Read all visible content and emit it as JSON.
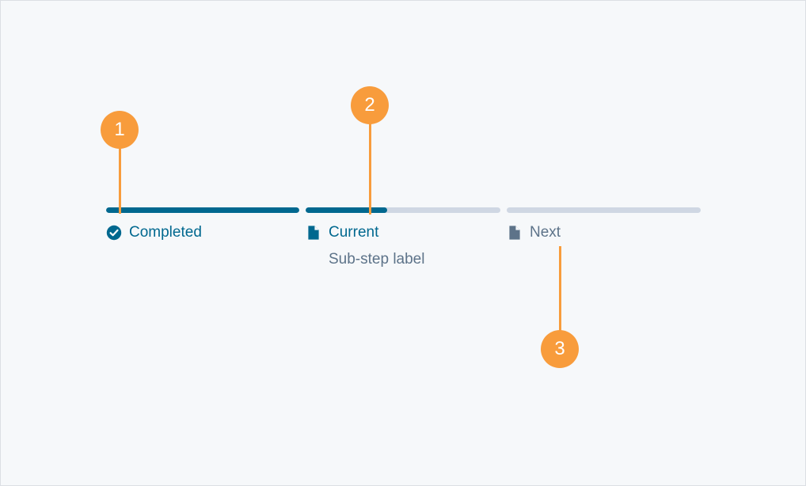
{
  "canvas": {
    "background_color": "#f6f8fa",
    "border_color": "#dcdfe4"
  },
  "theme": {
    "active_color": "#00688f",
    "inactive_color": "#5d7389",
    "track_color": "#cfd7e3",
    "annotation_color": "#f89c3c",
    "badge_text_color": "#ffffff"
  },
  "progress_indicator": {
    "steps": [
      {
        "label": "Completed",
        "state": "complete",
        "icon": "check-circle-icon",
        "fill_percent": 100,
        "sublabel": null
      },
      {
        "label": "Current",
        "state": "current",
        "icon": "document-icon",
        "fill_percent": 42,
        "sublabel": "Sub-step label"
      },
      {
        "label": "Next",
        "state": "incomplete",
        "icon": "document-icon",
        "fill_percent": 0,
        "sublabel": null
      }
    ]
  },
  "annotations": [
    {
      "number": "1",
      "target": "step-1-bar-start"
    },
    {
      "number": "2",
      "target": "step-2-bar-fill-end"
    },
    {
      "number": "3",
      "target": "step-3-label"
    }
  ]
}
